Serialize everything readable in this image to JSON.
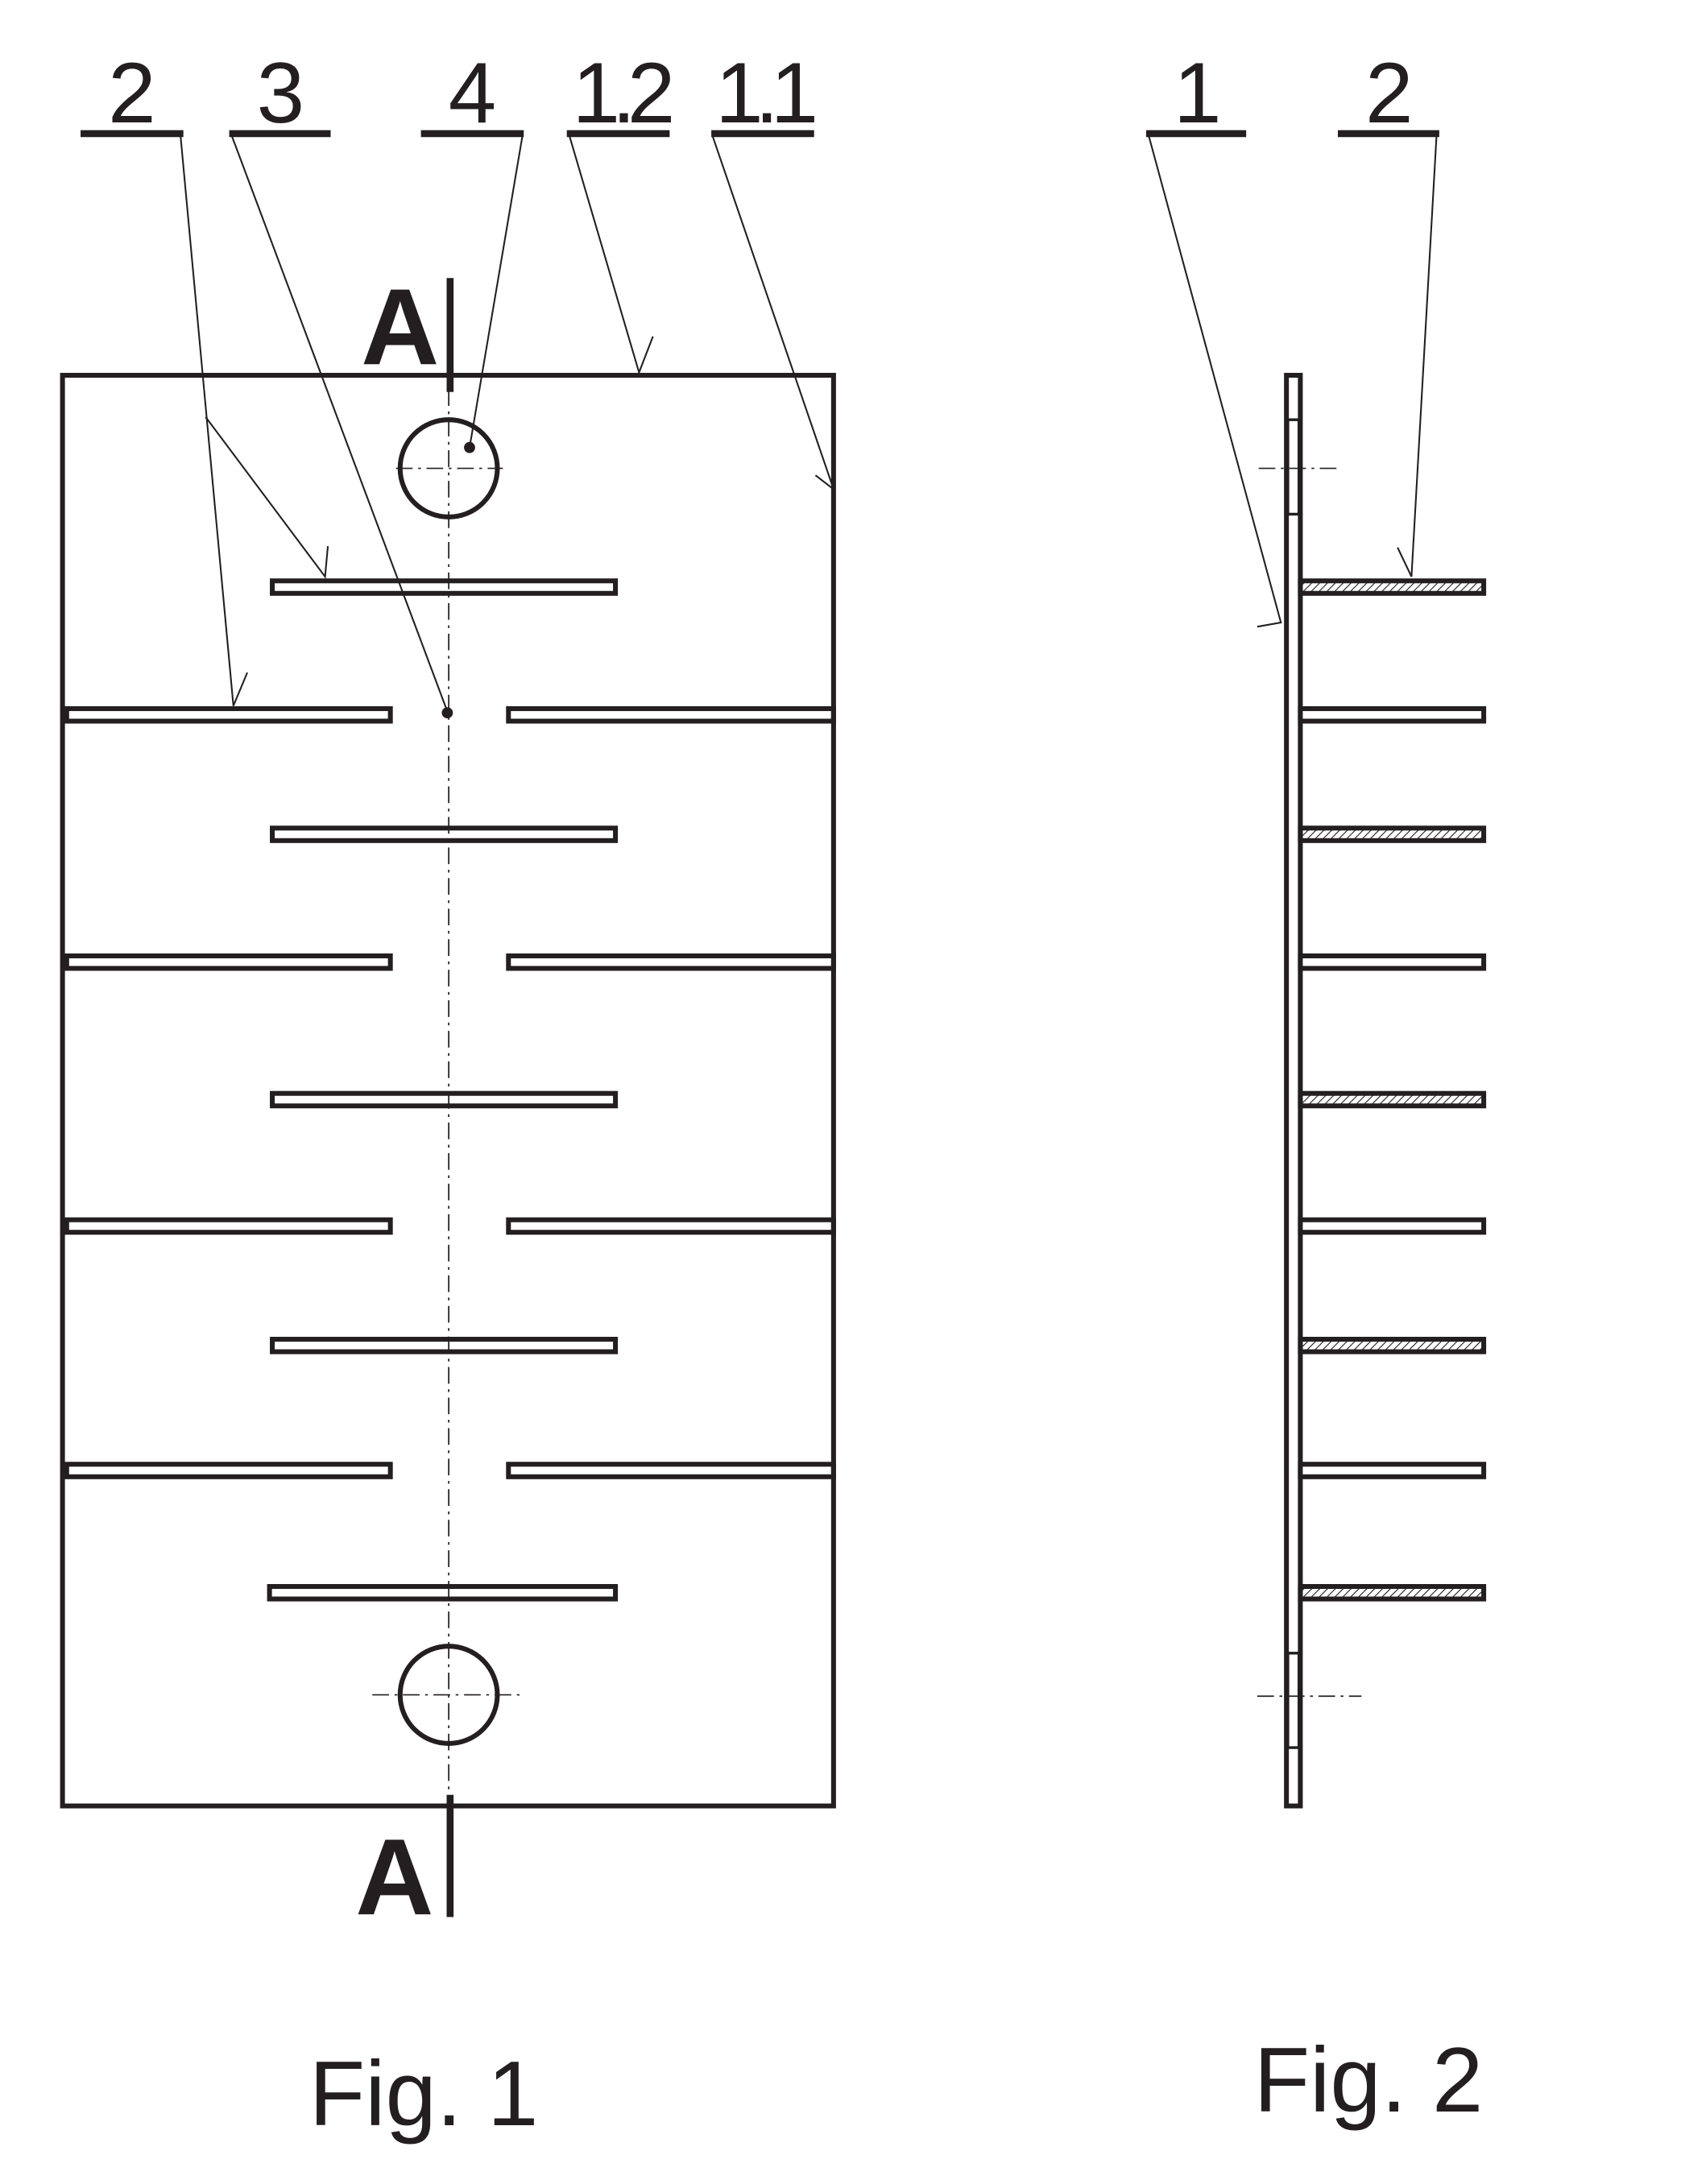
{
  "fig1": {
    "caption": "Fig. 1",
    "section_mark_top": "A",
    "section_mark_bottom": "A",
    "labels": [
      "2",
      "3",
      "4",
      "1.2",
      "1.1"
    ]
  },
  "fig2": {
    "caption": "Fig. 2",
    "labels": [
      "1",
      "2"
    ]
  },
  "colors": {
    "ink": "#231f20",
    "background": "#ffffff"
  }
}
